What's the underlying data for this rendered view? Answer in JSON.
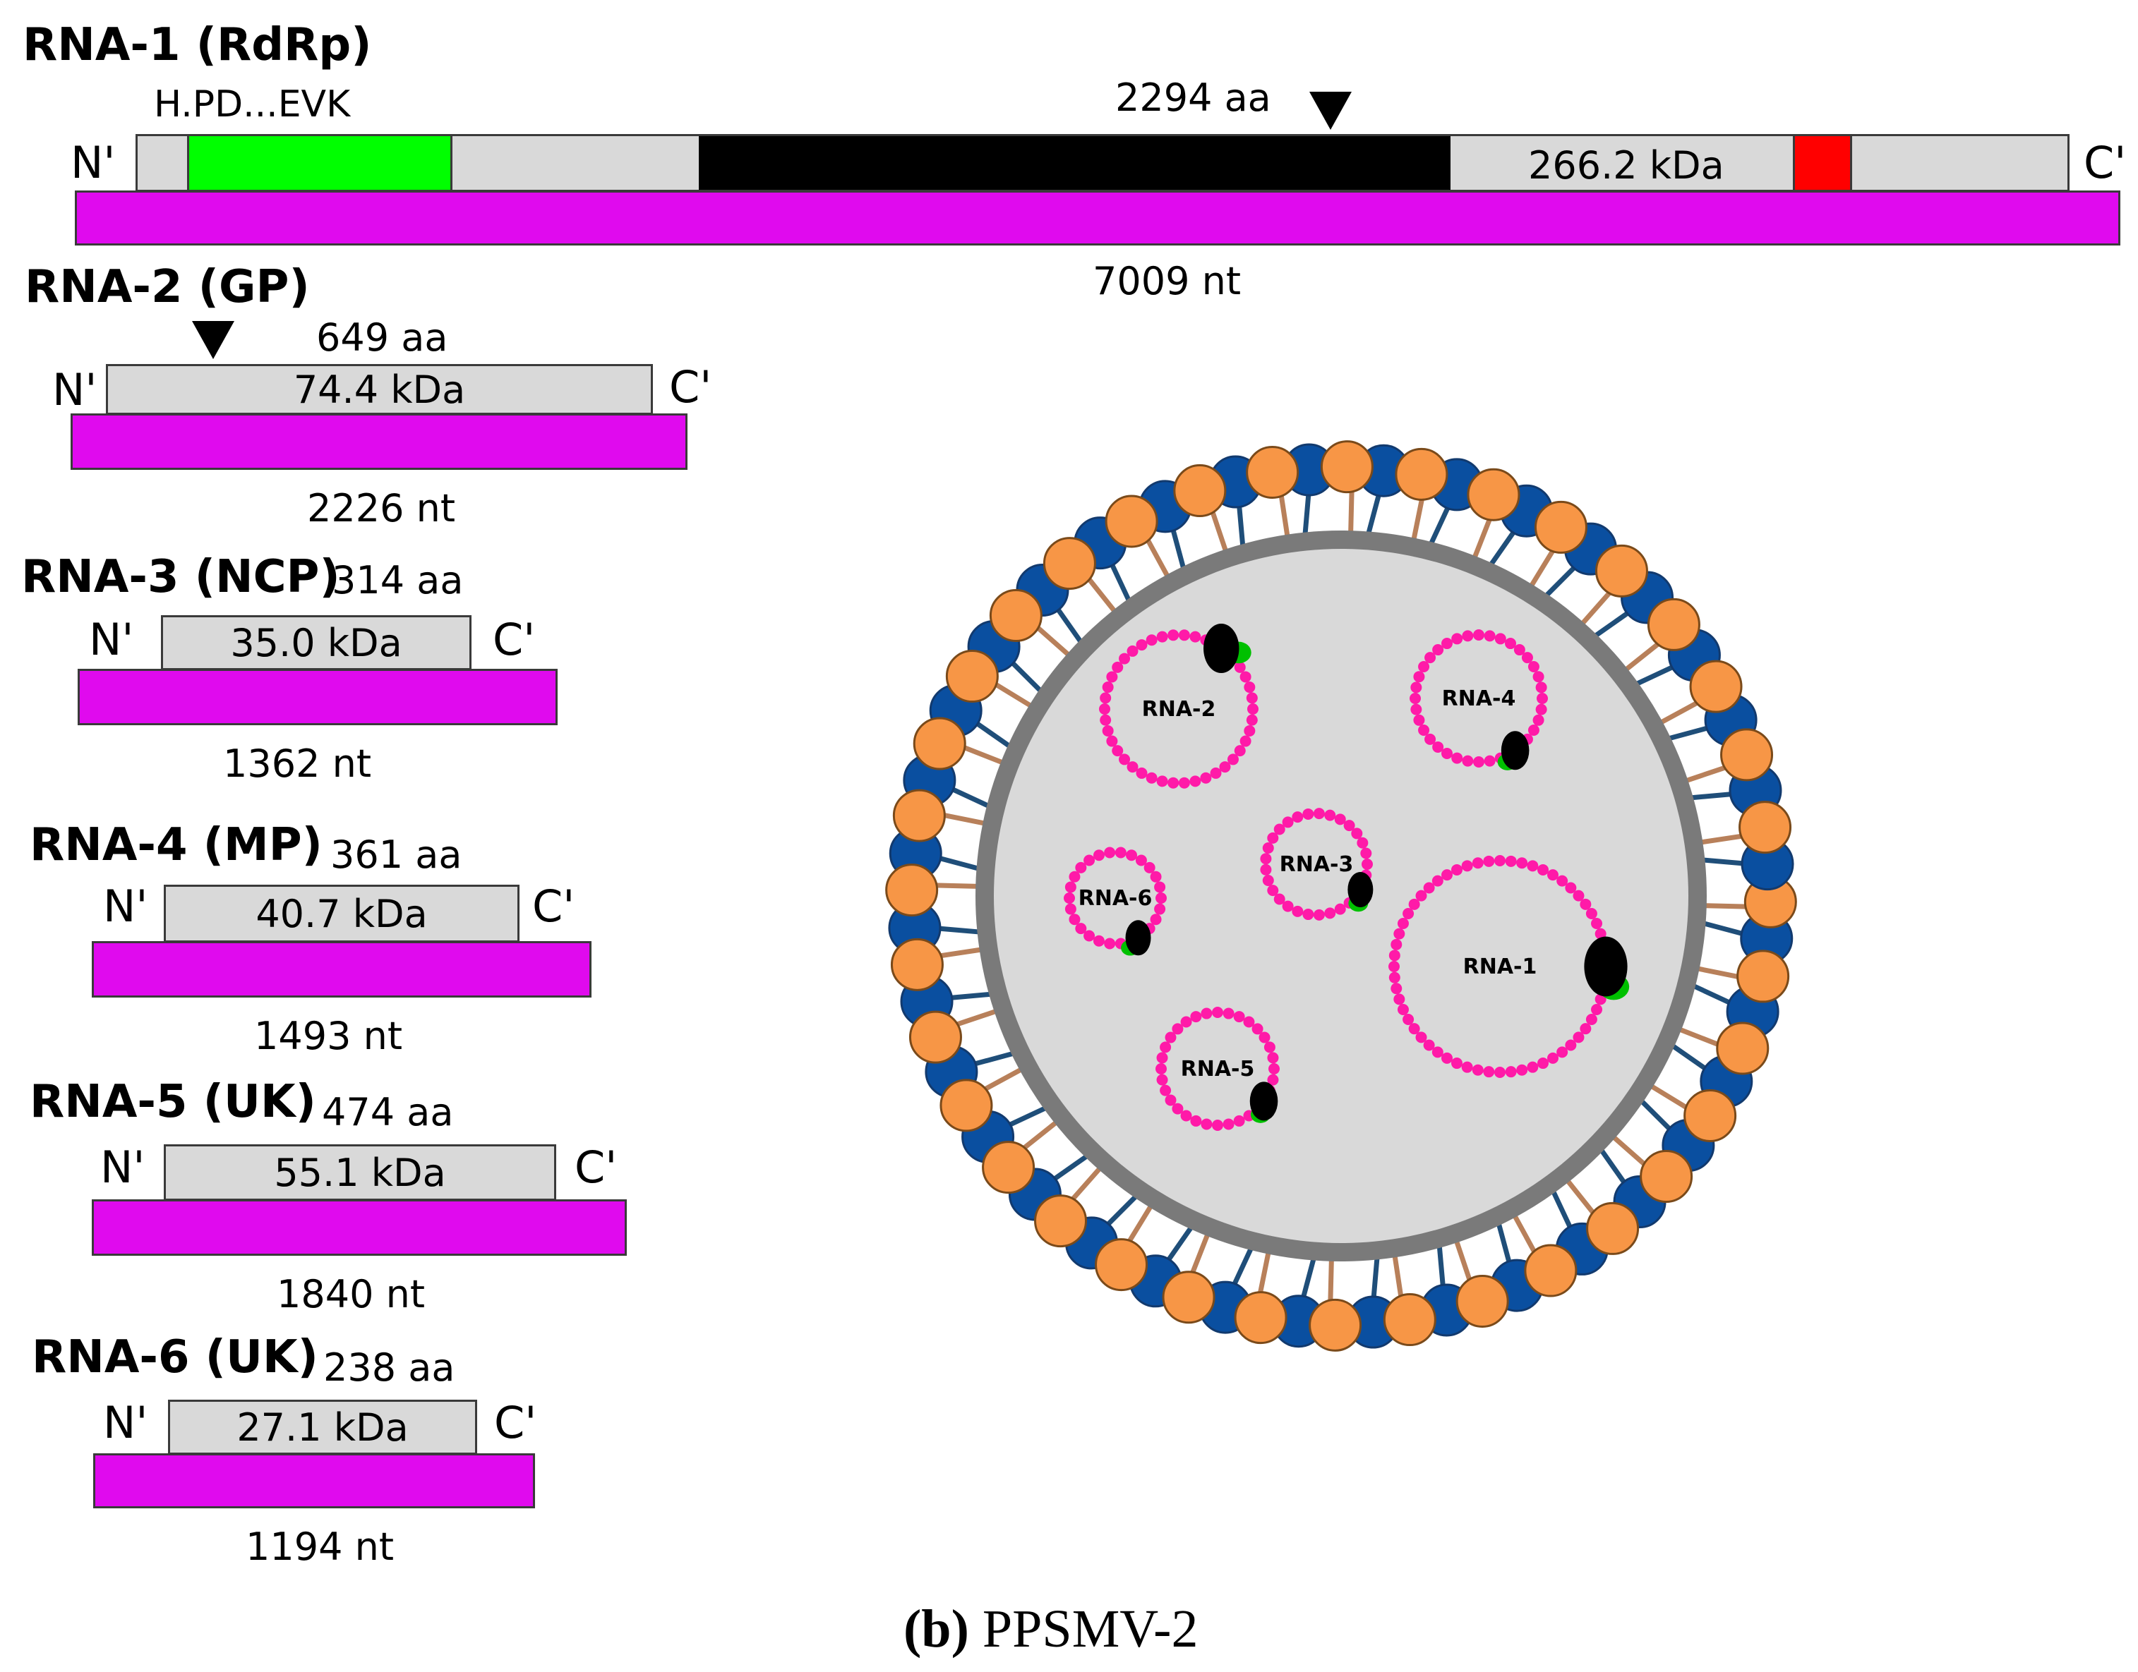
{
  "rna1": {
    "title": "RNA-1 (RdRp)",
    "motif": "H.PD...EVK",
    "aa": "2294 aa",
    "kda": "266.2 kDa",
    "nt": "7009 nt",
    "n": "N'",
    "c": "C'"
  },
  "rna2": {
    "title": "RNA-2 (GP)",
    "aa": "649 aa",
    "kda": "74.4 kDa",
    "nt": "2226 nt",
    "n": "N'",
    "c": "C'"
  },
  "rna3": {
    "title": "RNA-3 (NCP)",
    "aa": "314 aa",
    "kda": "35.0 kDa",
    "nt": "1362 nt",
    "n": "N'",
    "c": "C'"
  },
  "rna4": {
    "title": "RNA-4 (MP)",
    "aa": "361 aa",
    "kda": "40.7 kDa",
    "nt": "1493 nt",
    "n": "N'",
    "c": "C'"
  },
  "rna5": {
    "title": "RNA-5 (UK)",
    "aa": "474 aa",
    "kda": "55.1 kDa",
    "nt": "1840 nt",
    "n": "N'",
    "c": "C'"
  },
  "rna6": {
    "title": "RNA-6 (UK)",
    "aa": "238 aa",
    "kda": "27.1 kDa",
    "nt": "1194 nt",
    "n": "N'",
    "c": "C'"
  },
  "virion": {
    "labels": [
      "RNA-1",
      "RNA-2",
      "RNA-3",
      "RNA-4",
      "RNA-5",
      "RNA-6"
    ]
  },
  "caption": {
    "letter": "(b)",
    "text": " PPSMV-2"
  },
  "colors": {
    "rna_bar": "#e00aee",
    "protein_box": "#d9d9d9",
    "motif_green": "#00ff00",
    "domain_black": "#000000",
    "domain_red": "#ff0000",
    "rnp_beads": "#ff1aa8",
    "lipid_blue": "#0a4fa0",
    "lipid_orange": "#f79646"
  }
}
